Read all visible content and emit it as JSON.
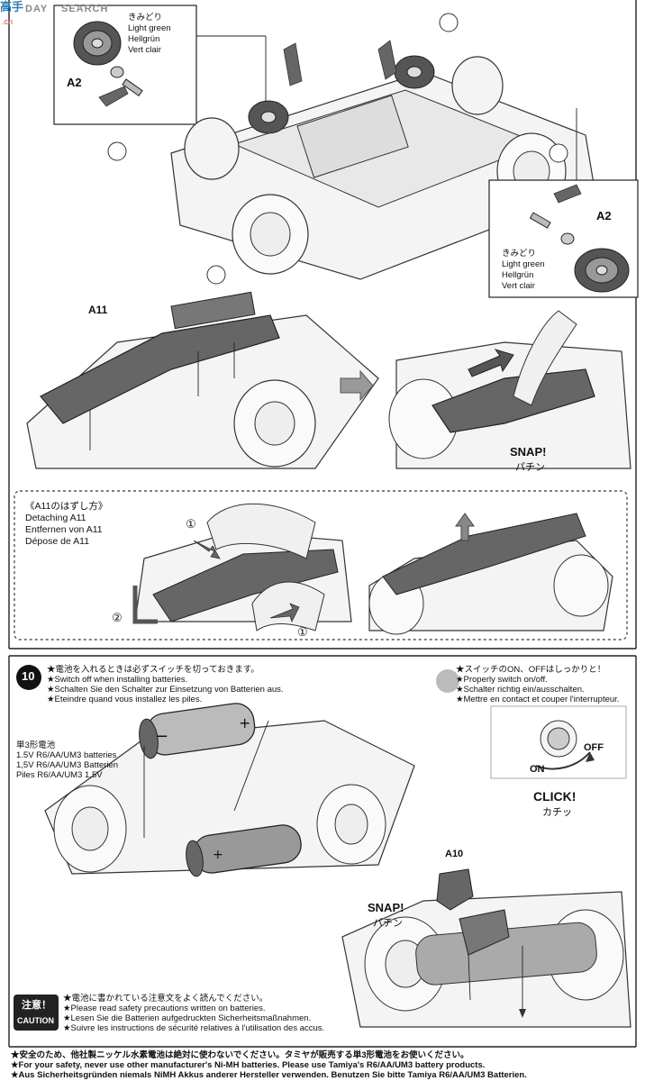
{
  "watermark": {
    "brand_left": "DAY",
    "brand_right": "SEARCH",
    "logo_cn": "高手",
    "site": ".cn"
  },
  "step9_gear_callout_left": {
    "jp": "きみどり",
    "en": "Light green",
    "de": "Hellgrün",
    "fr": "Vert clair",
    "part": "A2"
  },
  "step9_gear_callout_right": {
    "jp": "きみどり",
    "en": "Light green",
    "de": "Hellgrün",
    "fr": "Vert clair",
    "part": "A2"
  },
  "step9_battery_cover": {
    "part": "A11",
    "snap_en": "SNAP!",
    "snap_jp": "パチン"
  },
  "detach_box": {
    "jp": "《A11のはずし方》",
    "en": "Detaching A11",
    "de": "Entfernen von A11",
    "fr": "Dépose de A11",
    "marker_1": "①",
    "marker_2": "②",
    "marker_1b": "①"
  },
  "step10": {
    "number": "10",
    "left_notes": [
      "★電池を入れるときは必ずスイッチを切っておきます。",
      "★Switch off when installing batteries.",
      "★Schalten Sie den Schalter zur Einsetzung von Batterien aus.",
      "★Eteindre quand vous installez les piles."
    ],
    "right_notes": [
      "★スイッチのON、OFFはしっかりと！",
      "★Properly switch on/off.",
      "★Schalter richtig ein/ausschalten.",
      "★Mettre en contact et couper l'interrupteur."
    ],
    "battery_labels": [
      "単3形電池",
      "1.5V R6/AA/UM3 batteries",
      "1,5V R6/AA/UM3 Batterien",
      "Piles R6/AA/UM3 1,5V"
    ],
    "switch": {
      "on": "ON",
      "off": "OFF",
      "click_en": "CLICK!",
      "click_jp": "カチッ"
    },
    "cover": {
      "part": "A10",
      "snap_en": "SNAP!",
      "snap_jp": "パチン"
    }
  },
  "caution": {
    "badge_jp": "注意！",
    "badge_en": "CAUTION",
    "notes": [
      "★電池に書かれている注意文をよく読んでください。",
      "★Please read safety precautions written on batteries.",
      "★Lesen Sie die Batterien aufgedruckten Sicherheitsmaßnahmen.",
      "★Suivre les instructions de sécurité relatives à l'utilisation des accus."
    ]
  },
  "footer_notes": [
    "★安全のため、他社製ニッケル水素電池は絶対に使わないでください。タミヤが販売する単3形電池をお使いください。",
    "★For your safety, never use other manufacturer's Ni-MH batteries. Please use Tamiya's R6/AA/UM3 battery products.",
    "★Aus Sicherheitsgründen niemals NiMH Akkus anderer Hersteller verwenden. Benutzen Sie bitte Tamiya R6/AA/UM3 Batterien."
  ]
}
